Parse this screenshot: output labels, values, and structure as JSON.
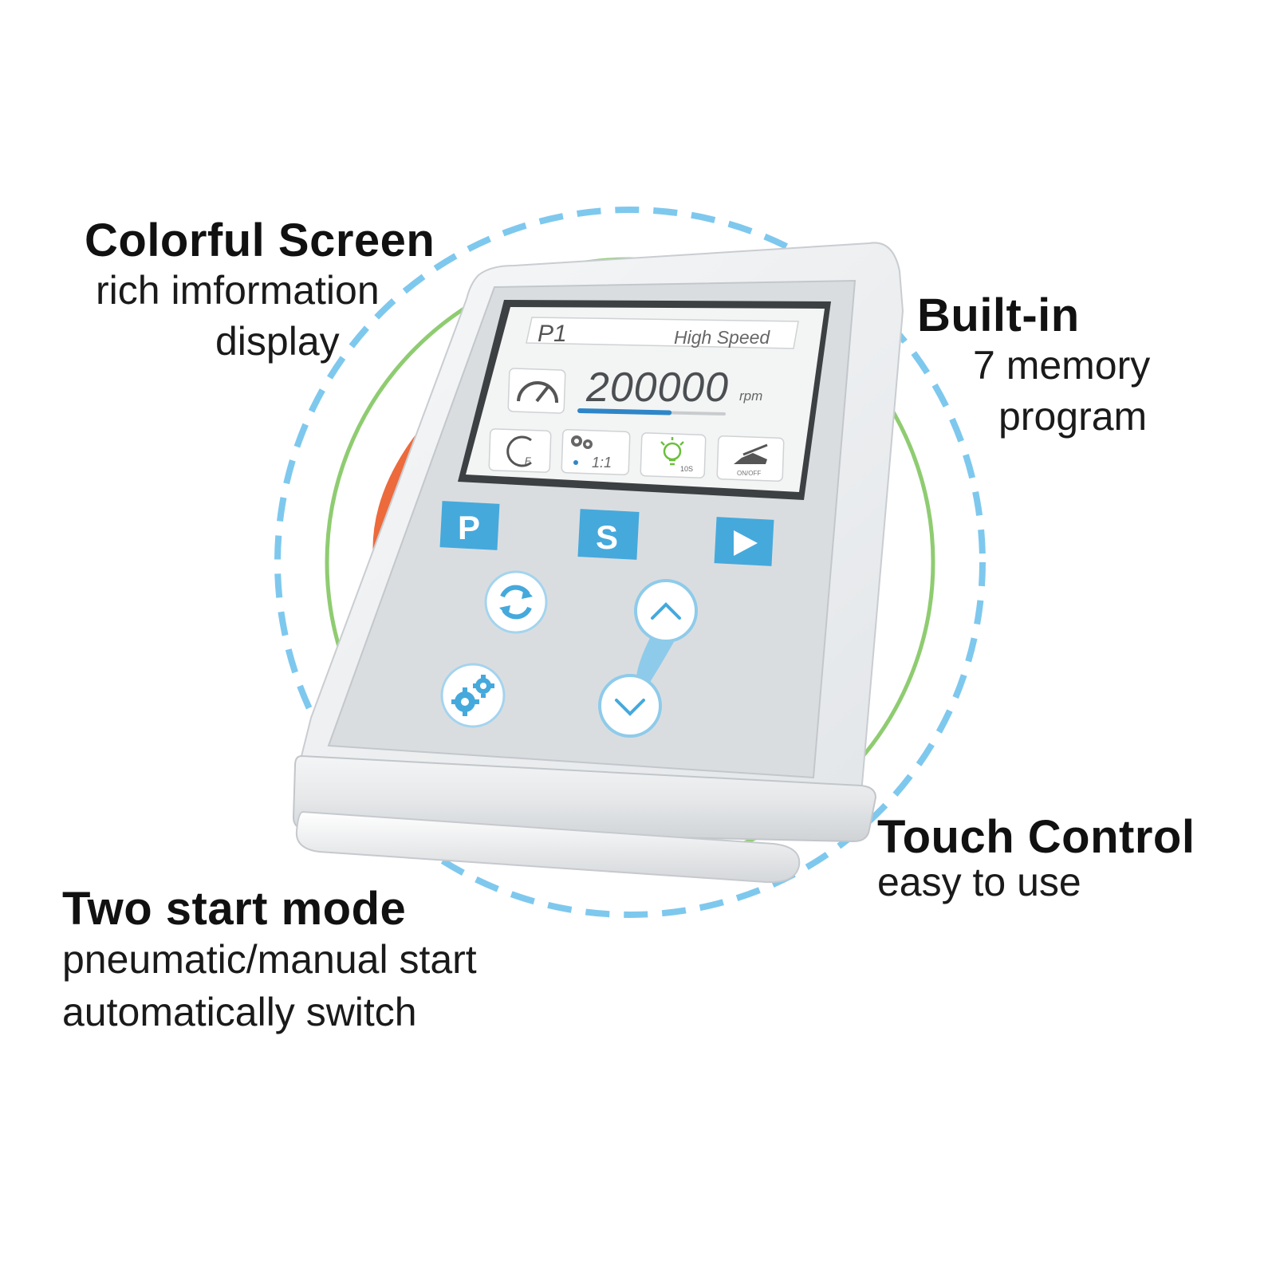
{
  "callouts": {
    "screen": {
      "title": "Colorful Screen",
      "line1": "rich imformation",
      "line2": "display"
    },
    "memory": {
      "title": "Built-in",
      "line1": "7 memory",
      "line2": "program"
    },
    "touch": {
      "title": "Touch Control",
      "line1": "easy to use"
    },
    "start": {
      "title": "Two start mode",
      "line1": "pneumatic/manual start",
      "line2": "automatically switch"
    }
  },
  "display": {
    "program": "P1",
    "mode": "High Speed",
    "speed": "200000",
    "unit": "rpm",
    "speed_level": 0.62,
    "ratio": "1:1",
    "light_label": "10S",
    "pedal_label": "ON/OFF",
    "direction_label": "F"
  },
  "keys": {
    "program": "P",
    "setup": "S",
    "run_icon": "play-icon",
    "reverse_icon": "refresh-icon",
    "settings_icon": "gears-icon",
    "up_icon": "chevron-up-icon",
    "down_icon": "chevron-down-icon"
  },
  "colors": {
    "accent_blue": "#45a9dc",
    "ring_dash": "#7ec8ee",
    "ring_green": "#8fcc71",
    "side_orange": "#ec6a3c",
    "body_gray": "#dadde0",
    "speed_bar": "#2e86c8"
  }
}
